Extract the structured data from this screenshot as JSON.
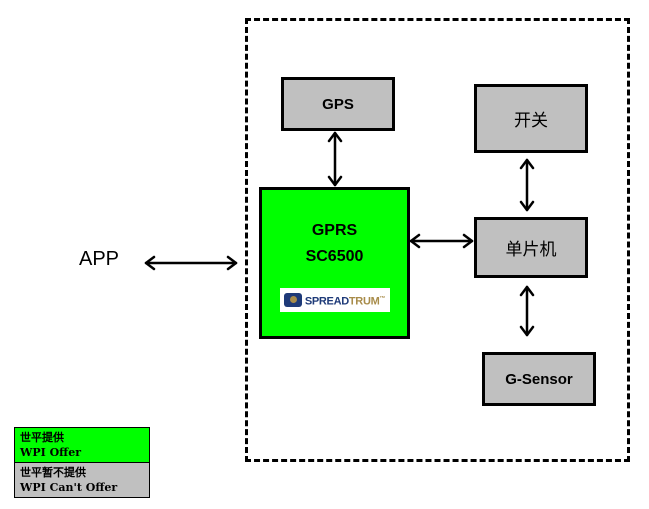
{
  "external": {
    "app_label": "APP"
  },
  "blocks": {
    "gps": "GPS",
    "gprs_line1": "GPRS",
    "gprs_line2": "SC6500",
    "logo_part1": "SPREAD",
    "logo_part2": "TRUM",
    "logo_tm": "™",
    "switch": "开关",
    "mcu": "单片机",
    "gsensor": "G-Sensor"
  },
  "legend": {
    "offered_cn": "世平提供",
    "offered_en": "WPI Offer",
    "not_offered_cn": "世平暂不提供",
    "not_offered_en": "WPI Can't Offer"
  },
  "colors": {
    "offered": "#00ff00",
    "not_offered": "#c0c0c0"
  }
}
